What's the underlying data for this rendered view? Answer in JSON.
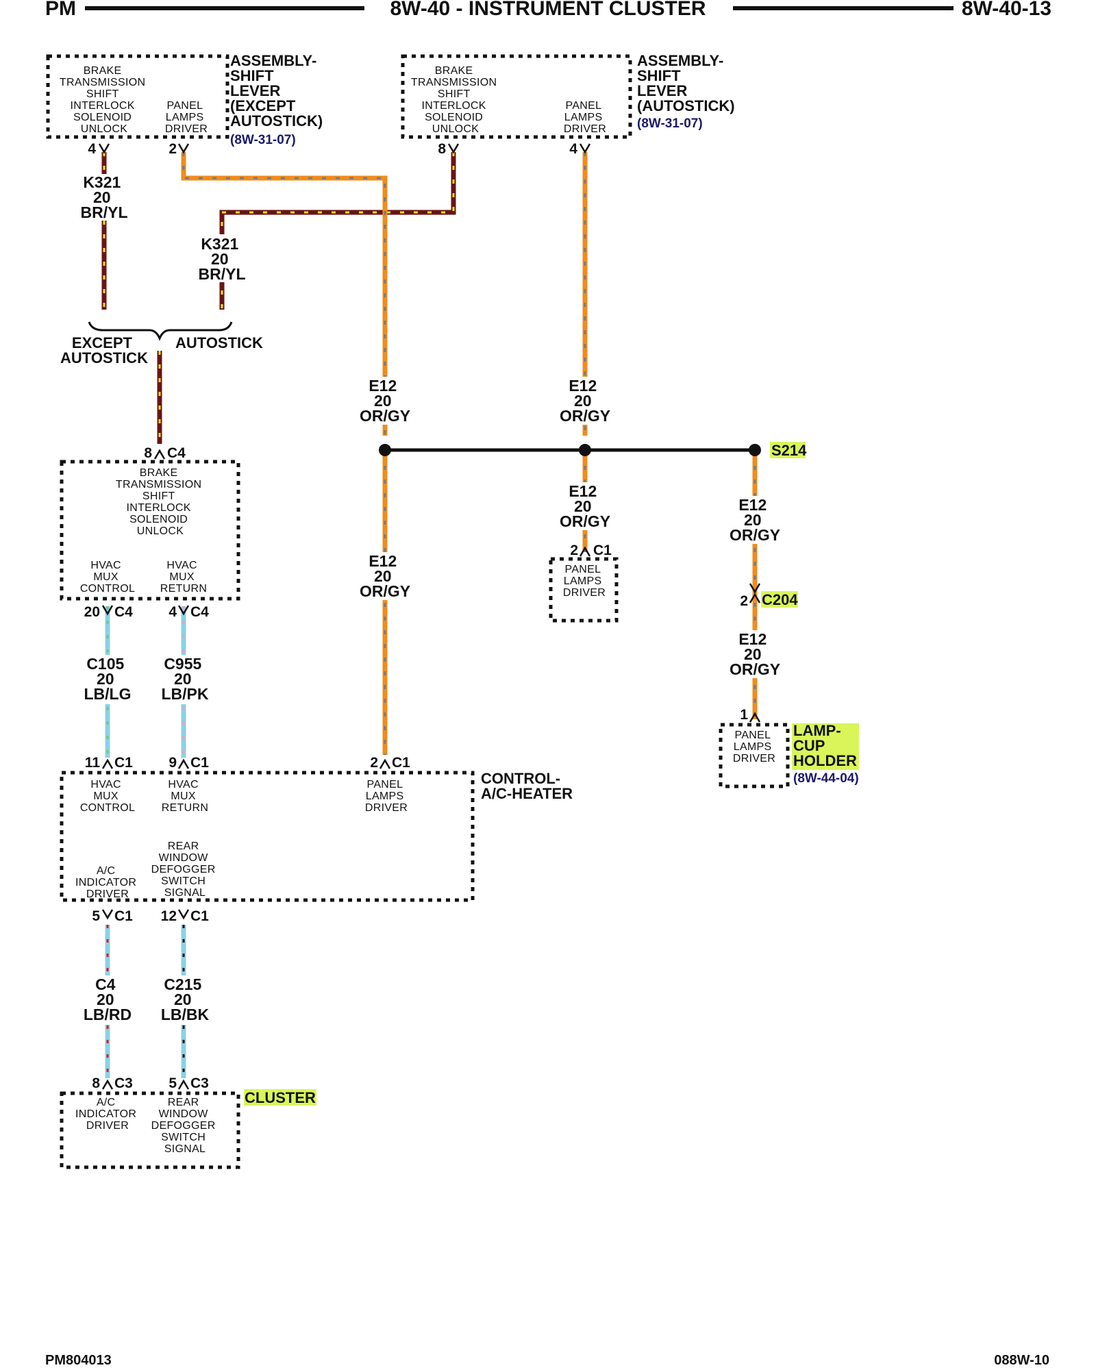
{
  "header": {
    "left": "PM",
    "title": "8W-40 - INSTRUMENT CLUSTER",
    "right": "8W-40-13"
  },
  "footer": {
    "left": "PM804013",
    "right": "088W-10"
  },
  "colors": {
    "brown_yellow": "#7a1a1a",
    "orange_gray": "#f08c1e",
    "light_blue": "#8ad2e6",
    "highlight": "#d9f55a",
    "ref_blue": "#1a1a6a"
  },
  "components": {
    "shift_except": {
      "name": [
        "ASSEMBLY-",
        "SHIFT",
        "LEVER",
        "(EXCEPT",
        "AUTOSTICK)"
      ],
      "ref": "(8W-31-07)",
      "func_a": [
        "BRAKE",
        "TRANSMISSION",
        "SHIFT",
        "INTERLOCK",
        "SOLENOID",
        "UNLOCK"
      ],
      "func_b": [
        "PANEL",
        "LAMPS",
        "DRIVER"
      ],
      "pin_a": "4",
      "pin_b": "2"
    },
    "shift_autostick": {
      "name": [
        "ASSEMBLY-",
        "SHIFT",
        "LEVER",
        "(AUTOSTICK)"
      ],
      "ref": "(8W-31-07)",
      "func_a": [
        "BRAKE",
        "TRANSMISSION",
        "SHIFT",
        "INTERLOCK",
        "SOLENOID",
        "UNLOCK"
      ],
      "func_b": [
        "PANEL",
        "LAMPS",
        "DRIVER"
      ],
      "pin_a": "8",
      "pin_b": "4"
    },
    "c4_box": {
      "top_pin": "8",
      "top_conn": "C4",
      "func_top": [
        "BRAKE",
        "TRANSMISSION",
        "SHIFT",
        "INTERLOCK",
        "SOLENOID",
        "UNLOCK"
      ],
      "func_a": [
        "HVAC",
        "MUX",
        "CONTROL"
      ],
      "func_b": [
        "HVAC",
        "MUX",
        "RETURN"
      ],
      "pin_a": "20",
      "conn_a": "C4",
      "pin_b": "4",
      "conn_b": "C4"
    },
    "panel_c1_box": {
      "pin": "2",
      "conn": "C1",
      "func": [
        "PANEL",
        "LAMPS",
        "DRIVER"
      ]
    },
    "control_hvac": {
      "name": [
        "CONTROL-",
        "A/C-HEATER"
      ],
      "pin_a": "11",
      "conn_a": "C1",
      "pin_b": "9",
      "conn_b": "C1",
      "pin_c": "2",
      "conn_c": "C1",
      "func_a": [
        "HVAC",
        "MUX",
        "CONTROL"
      ],
      "func_b": [
        "HVAC",
        "MUX",
        "RETURN"
      ],
      "func_c": [
        "PANEL",
        "LAMPS",
        "DRIVER"
      ],
      "func_d": [
        "A/C",
        "INDICATOR",
        "DRIVER"
      ],
      "func_e": [
        "REAR",
        "WINDOW",
        "DEFOGGER",
        "SWITCH",
        "SIGNAL"
      ],
      "pin_d": "5",
      "conn_d": "C1",
      "pin_e": "12",
      "conn_e": "C1"
    },
    "cluster": {
      "name": "CLUSTER",
      "pin_a": "8",
      "conn_a": "C3",
      "pin_b": "5",
      "conn_b": "C3",
      "func_a": [
        "A/C",
        "INDICATOR",
        "DRIVER"
      ],
      "func_b": [
        "REAR",
        "WINDOW",
        "DEFOGGER",
        "SWITCH",
        "SIGNAL"
      ]
    },
    "lamp_cup": {
      "name": [
        "LAMP-",
        "CUP",
        "HOLDER"
      ],
      "ref": "(8W-44-04)",
      "pin": "1",
      "func": [
        "PANEL",
        "LAMPS",
        "DRIVER"
      ]
    }
  },
  "splice": "S214",
  "inline_connector": {
    "pin": "2",
    "name": "C204"
  },
  "branch": {
    "left": [
      "EXCEPT",
      "AUTOSTICK"
    ],
    "right": "AUTOSTICK"
  },
  "wires": {
    "k321_a": [
      "K321",
      "20",
      "BR/YL"
    ],
    "k321_b": [
      "K321",
      "20",
      "BR/YL"
    ],
    "e12_a": [
      "E12",
      "20",
      "OR/GY"
    ],
    "e12_b": [
      "E12",
      "20",
      "OR/GY"
    ],
    "e12_c": [
      "E12",
      "20",
      "OR/GY"
    ],
    "e12_d": [
      "E12",
      "20",
      "OR/GY"
    ],
    "e12_e": [
      "E12",
      "20",
      "OR/GY"
    ],
    "e12_f": [
      "E12",
      "20",
      "OR/GY"
    ],
    "c105": [
      "C105",
      "20",
      "LB/LG"
    ],
    "c955": [
      "C955",
      "20",
      "LB/PK"
    ],
    "c4w": [
      "C4",
      "20",
      "LB/RD"
    ],
    "c215": [
      "C215",
      "20",
      "LB/BK"
    ]
  }
}
